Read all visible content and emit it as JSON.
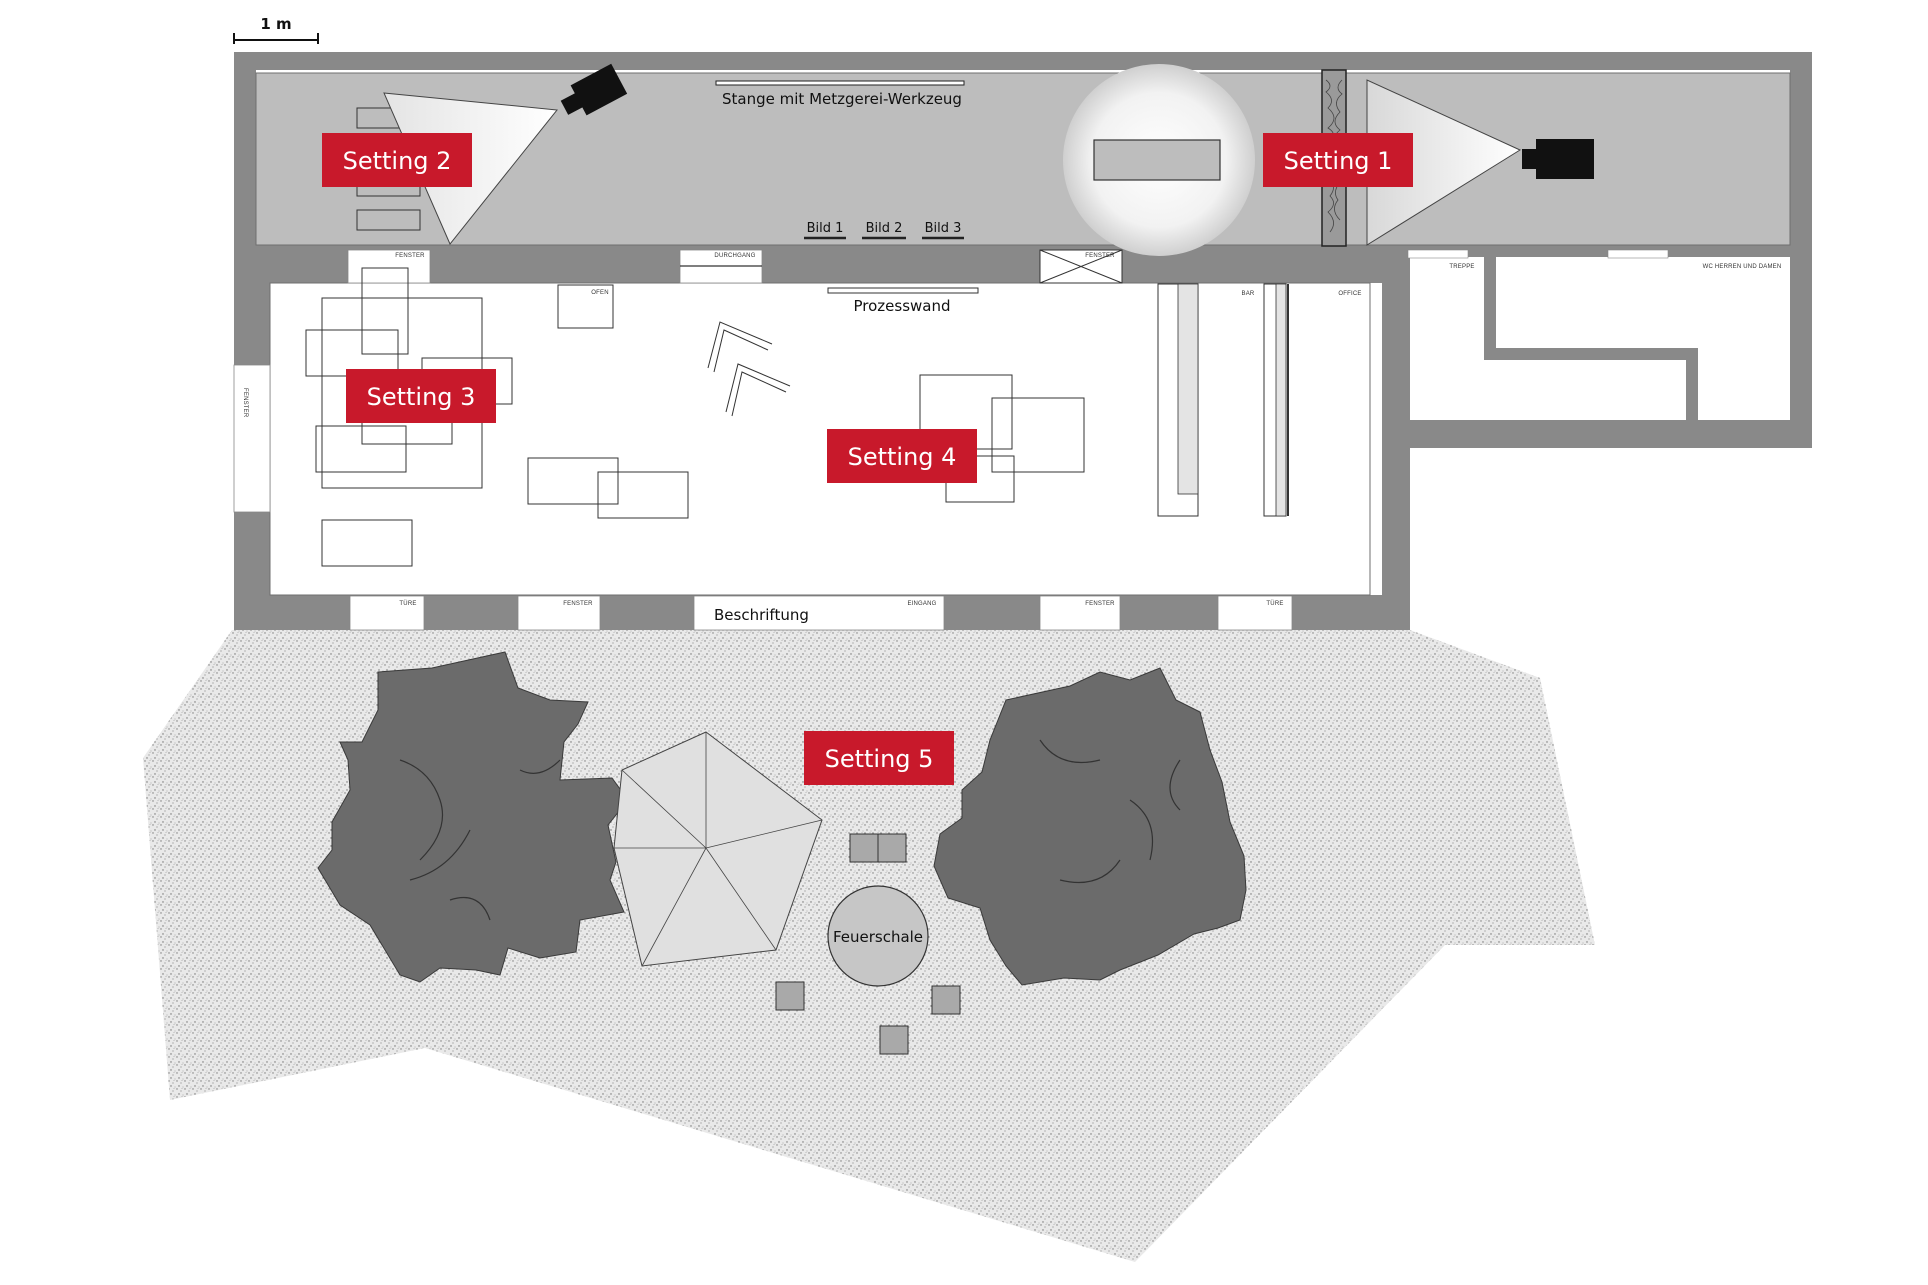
{
  "scale": {
    "label": "1 m"
  },
  "settings": [
    {
      "id": "setting-1",
      "label": "Setting 1"
    },
    {
      "id": "setting-2",
      "label": "Setting 2"
    },
    {
      "id": "setting-3",
      "label": "Setting 3"
    },
    {
      "id": "setting-4",
      "label": "Setting 4"
    },
    {
      "id": "setting-5",
      "label": "Setting 5"
    }
  ],
  "labels": {
    "stange": "Stange mit Metzgerei-Werkzeug",
    "bild1": "Bild 1",
    "bild2": "Bild 2",
    "bild3": "Bild 3",
    "prozesswand": "Prozesswand",
    "beschriftung": "Beschriftung",
    "feuerschale": "Feuerschale",
    "fenster": "FENSTER",
    "durchgang": "DURCHGANG",
    "ofen": "OFEN",
    "bar": "BAR",
    "office": "OFFICE",
    "treppe": "TREPPE",
    "wc": "WC HERREN UND DAMEN",
    "tuere": "TÜRE",
    "eingang": "EINGANG"
  },
  "colors": {
    "setting_red": "#c8192b",
    "wall": "#898989",
    "upper_room": "#bdbdbd",
    "tree": "#6b6b6b",
    "umbrella": "#e0e0e0",
    "camera": "#111111"
  }
}
